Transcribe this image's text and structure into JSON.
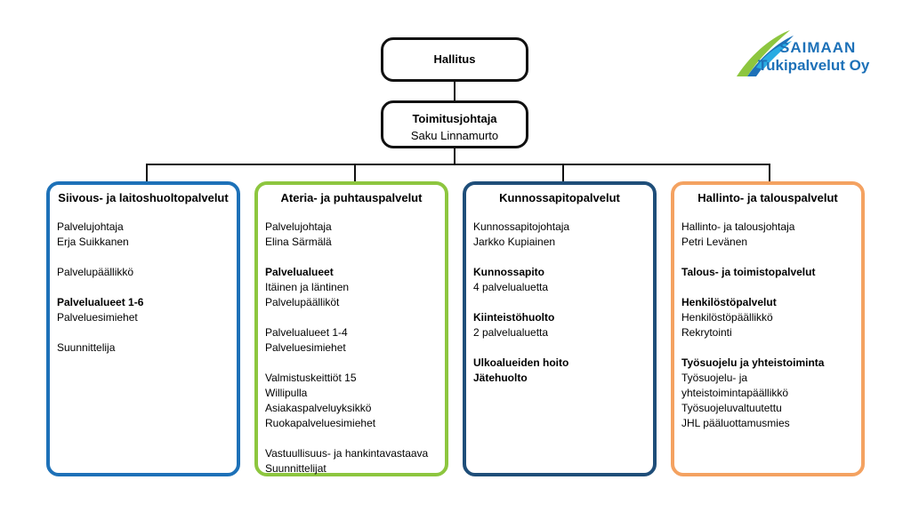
{
  "logo": {
    "line1": "SAIMAAN",
    "line2": "Tukipalvelut Oy"
  },
  "board": {
    "title": "Hallitus"
  },
  "ceo": {
    "title": "Toimitusjohtaja",
    "name": "Saku Linnamurto"
  },
  "columns": [
    {
      "title": "Siivous- ja laitoshuoltopalvelut",
      "color": "#1d71b8",
      "groups": [
        {
          "lines": [
            {
              "text": "Palvelujohtaja",
              "bold": false
            },
            {
              "text": "Erja Suikkanen",
              "bold": false
            }
          ]
        },
        {
          "lines": [
            {
              "text": "Palvelupäällikkö",
              "bold": false
            }
          ]
        },
        {
          "lines": [
            {
              "text": "Palvelualueet 1-6",
              "bold": true
            },
            {
              "text": "Palveluesimiehet",
              "bold": false
            }
          ]
        },
        {
          "lines": [
            {
              "text": "Suunnittelija",
              "bold": false
            }
          ]
        }
      ]
    },
    {
      "title": "Ateria- ja puhtauspalvelut",
      "color": "#8dc63f",
      "groups": [
        {
          "lines": [
            {
              "text": "Palvelujohtaja",
              "bold": false
            },
            {
              "text": "Elina Särmälä",
              "bold": false
            }
          ]
        },
        {
          "lines": [
            {
              "text": "Palvelualueet",
              "bold": true
            },
            {
              "text": "Itäinen ja läntinen",
              "bold": false
            },
            {
              "text": "Palvelupäälliköt",
              "bold": false
            }
          ]
        },
        {
          "lines": [
            {
              "text": "Palvelualueet 1-4",
              "bold": false
            },
            {
              "text": "Palveluesimiehet",
              "bold": false
            }
          ]
        },
        {
          "lines": [
            {
              "text": "Valmistuskeittiöt 15",
              "bold": false
            },
            {
              "text": "Willipulla",
              "bold": false
            },
            {
              "text": "Asiakaspalveluyksikkö",
              "bold": false
            },
            {
              "text": "Ruokapalveluesimiehet",
              "bold": false
            }
          ]
        },
        {
          "lines": [
            {
              "text": "Vastuullisuus- ja hankintavastaava",
              "bold": false
            },
            {
              "text": "Suunnittelijat",
              "bold": false
            }
          ]
        }
      ]
    },
    {
      "title": "Kunnossapitopalvelut",
      "color": "#1f4e79",
      "groups": [
        {
          "lines": [
            {
              "text": "Kunnossapitojohtaja",
              "bold": false
            },
            {
              "text": "Jarkko Kupiainen",
              "bold": false
            }
          ]
        },
        {
          "lines": [
            {
              "text": "Kunnossapito",
              "bold": true
            },
            {
              "text": "4 palvelualuetta",
              "bold": false
            }
          ]
        },
        {
          "lines": [
            {
              "text": "Kiinteistöhuolto",
              "bold": true
            },
            {
              "text": "2 palvelualuetta",
              "bold": false
            }
          ]
        },
        {
          "lines": [
            {
              "text": "Ulkoalueiden hoito",
              "bold": true
            },
            {
              "text": "Jätehuolto",
              "bold": true
            }
          ]
        }
      ]
    },
    {
      "title": "Hallinto- ja talouspalvelut",
      "color": "#f4a261",
      "groups": [
        {
          "lines": [
            {
              "text": "Hallinto- ja talousjohtaja",
              "bold": false
            },
            {
              "text": "Petri Levänen",
              "bold": false
            }
          ]
        },
        {
          "lines": [
            {
              "text": "Talous- ja toimistopalvelut",
              "bold": true
            }
          ]
        },
        {
          "lines": [
            {
              "text": "Henkilöstöpalvelut",
              "bold": true
            },
            {
              "text": "Henkilöstöpäällikkö",
              "bold": false
            },
            {
              "text": "Rekrytointi",
              "bold": false
            }
          ]
        },
        {
          "lines": [
            {
              "text": "Työsuojelu ja yhteistoiminta",
              "bold": true
            },
            {
              "text": "Työsuojelu- ja",
              "bold": false
            },
            {
              "text": "yhteistoimintapäällikkö",
              "bold": false
            },
            {
              "text": "Työsuojeluvaltuutettu",
              "bold": false
            },
            {
              "text": "JHL pääluottamusmies",
              "bold": false
            }
          ]
        }
      ]
    }
  ]
}
